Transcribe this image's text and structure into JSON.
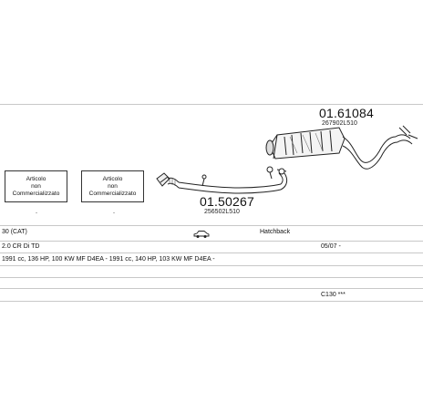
{
  "parts": [
    {
      "number": "01.61084",
      "code": "267902L510"
    },
    {
      "number": "01.50267",
      "code": "256502L510"
    }
  ],
  "not_available_boxes": [
    {
      "lines": [
        "Articolo",
        "non",
        "Commercializzato"
      ]
    },
    {
      "lines": [
        "Articolo",
        "non",
        "Commercializzato"
      ]
    }
  ],
  "vehicle": {
    "model_fragment": "30 (CAT)",
    "body_type": "Hatchback",
    "engine": "2.0 CR Di TD",
    "date_from": "05/07 -",
    "specs": "1991 cc, 136 HP, 100 KW MF D4EA - 1991 cc, 140 HP, 103 KW MF D4EA -",
    "catalog_ref": "C130 ***"
  },
  "colors": {
    "line": "#222222",
    "grid": "#c8c8c8"
  },
  "icons": {
    "car": "hatchback-car-icon"
  }
}
